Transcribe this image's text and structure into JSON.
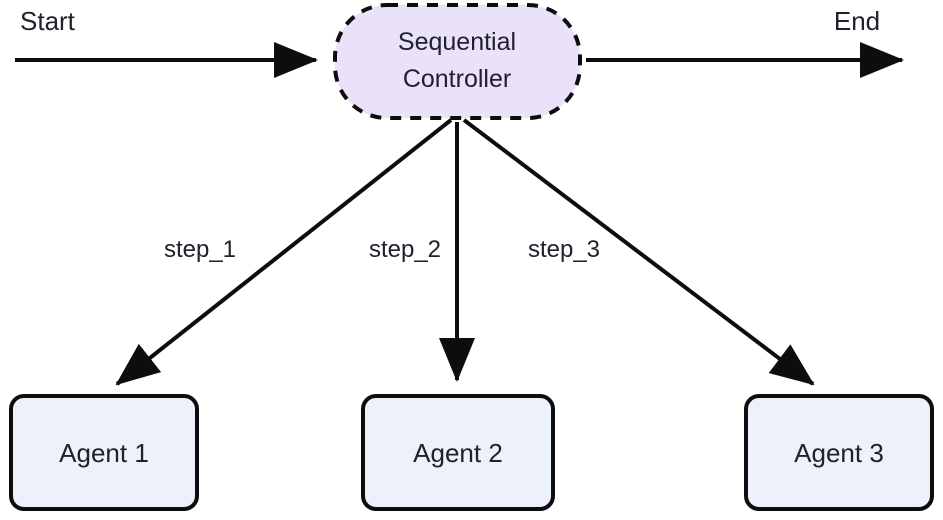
{
  "diagram": {
    "title_semantic": "sequential-controller-flow",
    "background": "#ffffff",
    "start_label": "Start",
    "end_label": "End",
    "controller": {
      "label_line1": "Sequential",
      "label_line2": "Controller",
      "fill": "#e9e2f9",
      "border_color": "#0d0d0d",
      "border_style": "dashed"
    },
    "edges": [
      {
        "label": "step_1",
        "from": "Sequential Controller",
        "to": "Agent 1"
      },
      {
        "label": "step_2",
        "from": "Sequential Controller",
        "to": "Agent 2"
      },
      {
        "label": "step_3",
        "from": "Sequential Controller",
        "to": "Agent 3"
      }
    ],
    "agents": [
      {
        "label": "Agent 1"
      },
      {
        "label": "Agent 2"
      },
      {
        "label": "Agent 3"
      }
    ],
    "colors": {
      "agent_fill": "#ecf1fb",
      "agent_border": "#0d0d0d",
      "edge": "#0d0d0d",
      "text": "#21202d"
    }
  }
}
